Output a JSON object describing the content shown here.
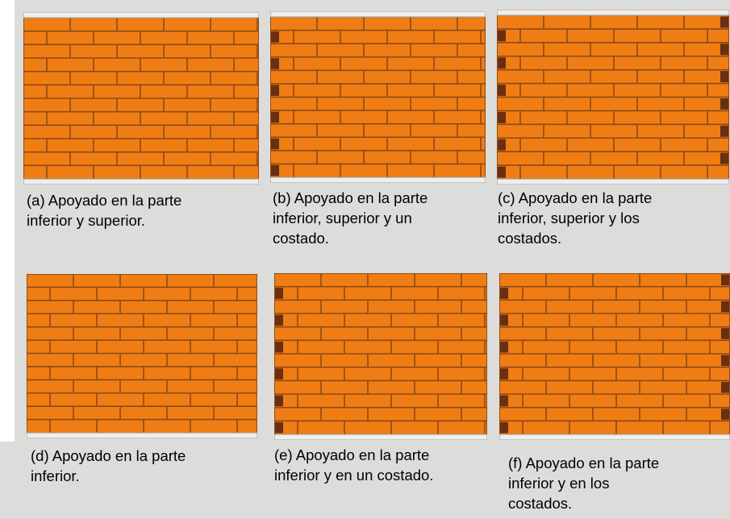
{
  "colors": {
    "brick": "#f07d14",
    "mortar": "#8a4a18",
    "support": "#eeeeee",
    "side_support": "#6a2f12",
    "background": "#dcdcda"
  },
  "panels": [
    {
      "id": "a",
      "caption": "(a) Apoyado en la parte\ninferior y superior.",
      "supports": [
        "bottom",
        "top"
      ]
    },
    {
      "id": "b",
      "caption": "(b) Apoyado en la parte\ninferior, superior y un\ncostado.",
      "supports": [
        "bottom",
        "top",
        "left"
      ]
    },
    {
      "id": "c",
      "caption": "(c) Apoyado en la parte\ninferior, superior y los\ncostados.",
      "supports": [
        "bottom",
        "top",
        "left",
        "right"
      ]
    },
    {
      "id": "d",
      "caption": "(d) Apoyado en la parte\ninferior.",
      "supports": [
        "bottom"
      ]
    },
    {
      "id": "e",
      "caption": "(e) Apoyado en la parte\ninferior y en un costado.",
      "supports": [
        "bottom",
        "left"
      ]
    },
    {
      "id": "f",
      "caption": "(f) Apoyado en la parte\ninferior y en los\ncostados.",
      "supports": [
        "bottom",
        "left",
        "right"
      ]
    }
  ]
}
